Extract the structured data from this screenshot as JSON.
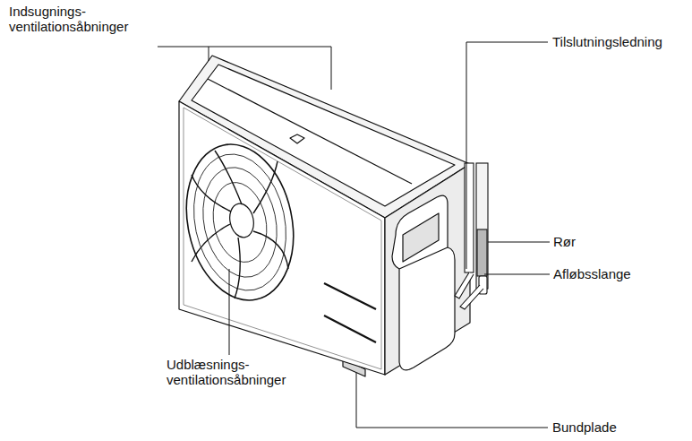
{
  "diagram": {
    "labels": [
      "Indsugnings- ventilationsåbninger",
      "Tilslutningsledning",
      "Rør",
      "Afløbsslange",
      "Udblæsnings- ventilationsåbninger",
      "Bundplade"
    ]
  }
}
